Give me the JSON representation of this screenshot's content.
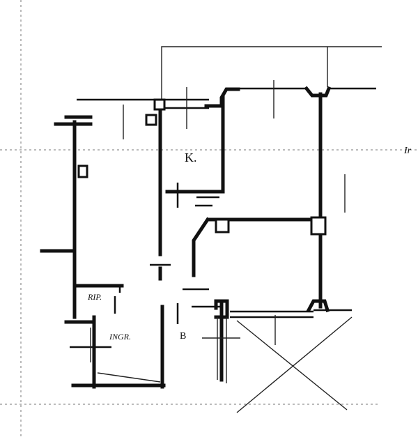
{
  "labels": {
    "kitchen": "K.",
    "storage": "RIP.",
    "entrance": "INGR.",
    "bathroom": "B",
    "edge_fragment": "Ir"
  }
}
